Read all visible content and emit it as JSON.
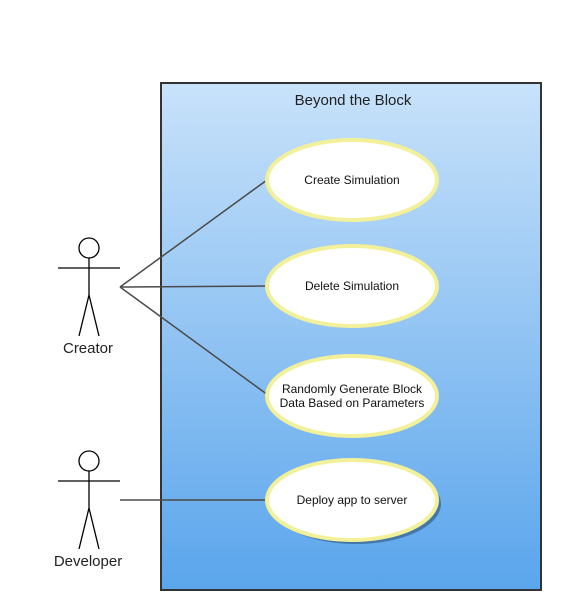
{
  "system": {
    "title": "Beyond the Block"
  },
  "actors": [
    {
      "id": "creator",
      "label": "Creator"
    },
    {
      "id": "developer",
      "label": "Developer"
    }
  ],
  "use_cases": [
    {
      "id": "create",
      "lines": [
        "Create Simulation"
      ]
    },
    {
      "id": "delete",
      "lines": [
        "Delete Simulation"
      ]
    },
    {
      "id": "generate",
      "lines": [
        "Randomly Generate Block",
        "Data Based on Parameters"
      ]
    },
    {
      "id": "deploy",
      "lines": [
        "Deploy app to server"
      ]
    }
  ],
  "associations": [
    {
      "actor": "creator",
      "use_case": "create"
    },
    {
      "actor": "creator",
      "use_case": "delete"
    },
    {
      "actor": "creator",
      "use_case": "generate"
    },
    {
      "actor": "developer",
      "use_case": "deploy"
    }
  ],
  "colors": {
    "boundary_gradient_top": "#c8e2fa",
    "boundary_gradient_bottom": "#5aa5ec",
    "boundary_stroke": "#333333",
    "usecase_fill": "#ffffff",
    "usecase_stroke": "#f3f09a",
    "line": "#4a4a4a"
  }
}
